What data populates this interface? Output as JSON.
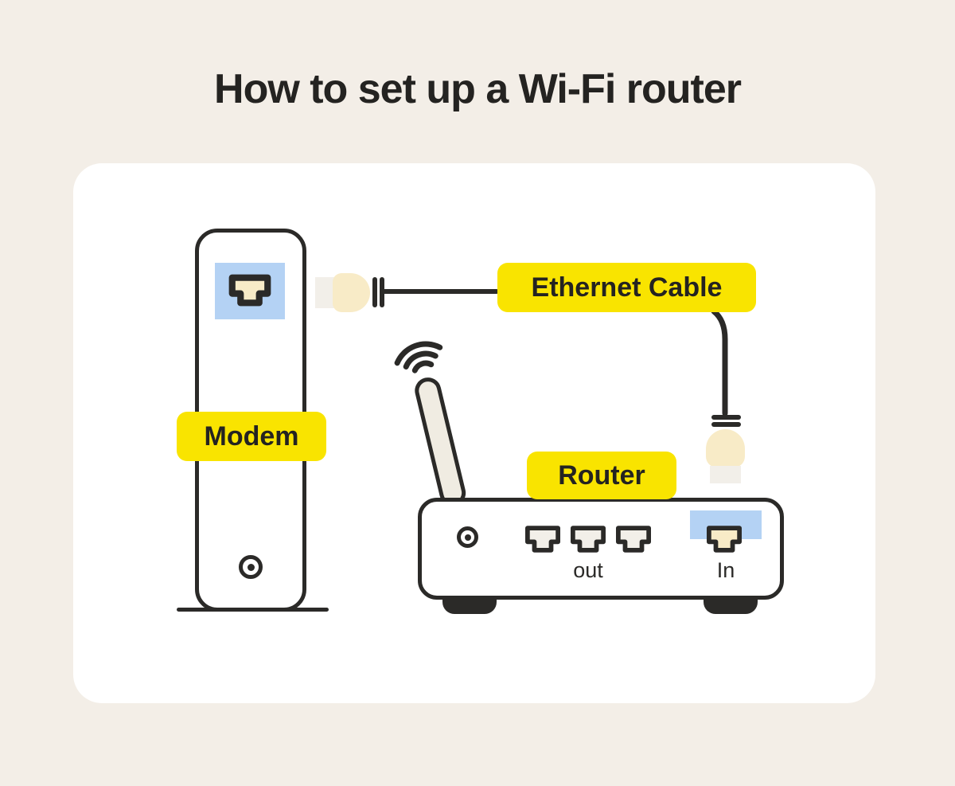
{
  "title": "How to set up a Wi-Fi router",
  "labels": {
    "modem": "Modem",
    "ethernet_cable": "Ethernet Cable",
    "router": "Router"
  },
  "router_ports": {
    "out_label": "out",
    "in_label": "In"
  },
  "icons": {
    "wifi_signal": "three concentric arcs above antenna",
    "ethernet_port": "RJ45 jack outline",
    "power_indicator": "circle with center dot"
  },
  "colors": {
    "background": "#F3EEE7",
    "card": "#FFFFFF",
    "outline_dark": "#2B2A28",
    "accent_yellow": "#F9E400",
    "panel_blue": "#B4D2F4",
    "port_cream": "#F8EBC7",
    "neutral_light": "#F2EFE9",
    "antenna_fill": "#F0ECE2",
    "text_dark": "#242321"
  }
}
